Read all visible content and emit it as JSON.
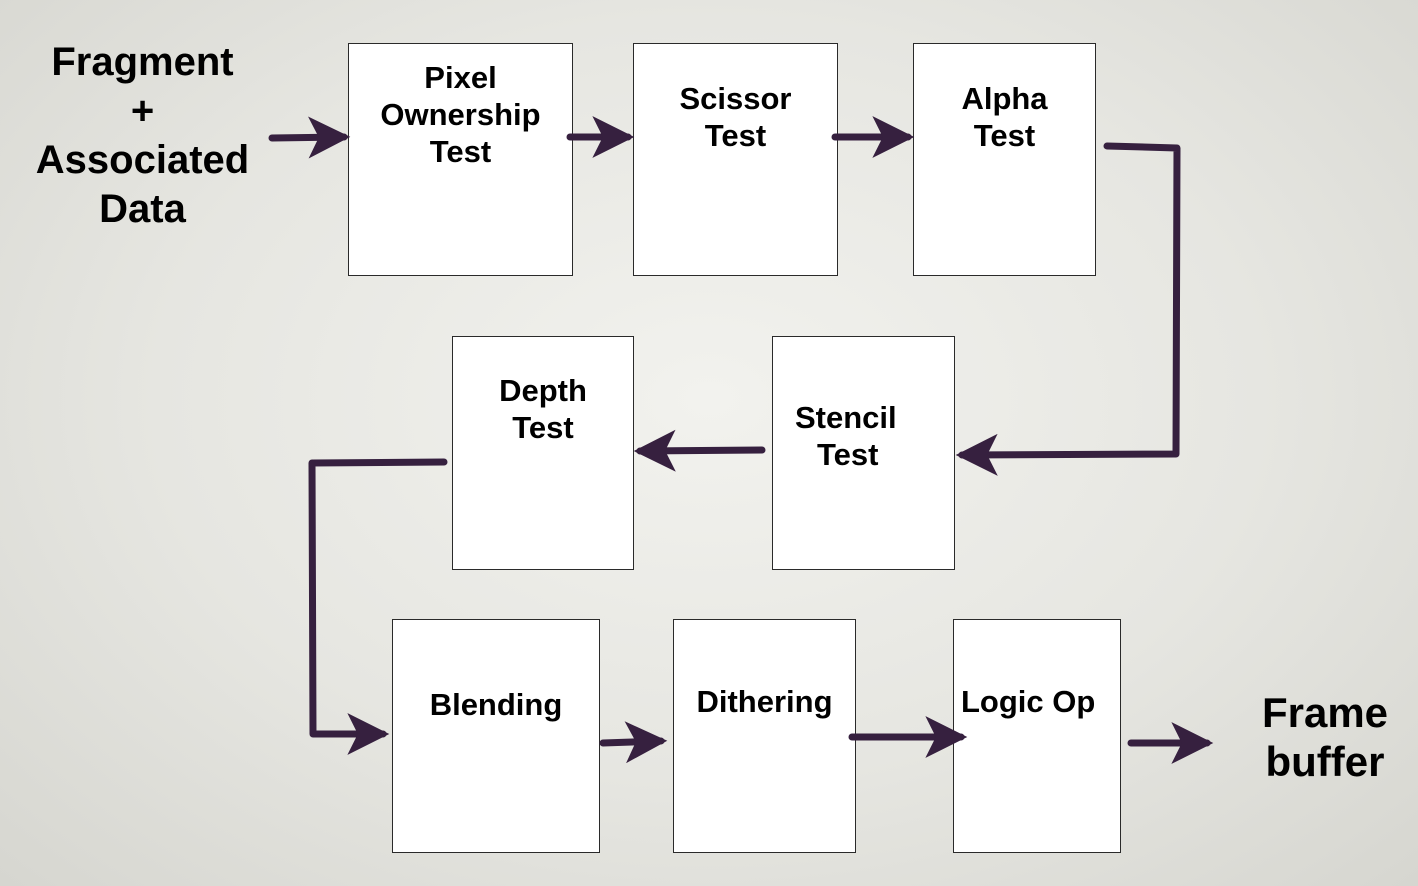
{
  "input_label": [
    "Fragment",
    "+",
    "Associated",
    "Data"
  ],
  "output_label": [
    "Frame",
    "buffer"
  ],
  "stages": [
    {
      "id": "pixel",
      "lines": [
        "Pixel",
        "Ownership",
        "Test"
      ]
    },
    {
      "id": "scissor",
      "lines": [
        "Scissor",
        "Test"
      ]
    },
    {
      "id": "alpha",
      "lines": [
        "Alpha",
        "Test"
      ]
    },
    {
      "id": "stencil",
      "lines": [
        "Stencil",
        "Test"
      ]
    },
    {
      "id": "depth",
      "lines": [
        "Depth",
        "Test"
      ]
    },
    {
      "id": "blending",
      "lines": [
        "Blending"
      ]
    },
    {
      "id": "dithering",
      "lines": [
        "Dithering"
      ]
    },
    {
      "id": "logicop",
      "lines": [
        "Logic Op"
      ]
    }
  ],
  "colors": {
    "arrow": "#36203f",
    "box_border": "#2a2a2a",
    "box_fill": "#ffffff"
  }
}
